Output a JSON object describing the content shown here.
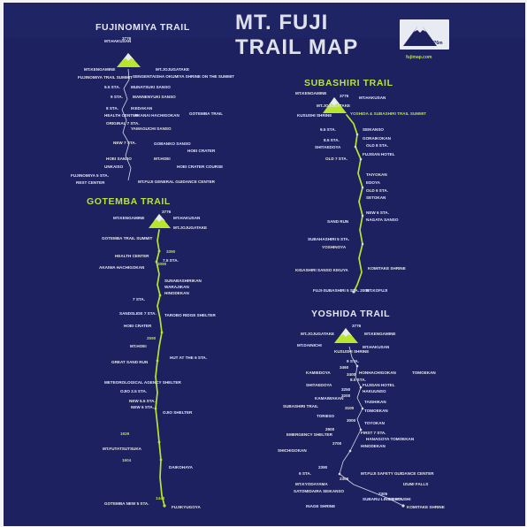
{
  "title": {
    "line1": "MT. FUJI",
    "line2": "TRAIL MAP"
  },
  "logo": {
    "website": "fujimap.com",
    "elevation": "3776m"
  },
  "colors": {
    "background": "#1d2160",
    "trail": "#b8e62e",
    "text": "#e4e6ee"
  },
  "trails": [
    {
      "id": "fujinomiya",
      "name": "FUJINOMIYA TRAIL",
      "summit": "3776",
      "labels": [
        "MT.HAKUSAN",
        "MT.KENGAMINE",
        "MT.JOJUGATAKE",
        "FUJINOMIYA TRAIL SUMMIT",
        "SENGENTAISHA OKUMIYA SHRINE ON THE SUMMIT",
        "9.5 STA.",
        "MUNATSUKI SANSO",
        "9 STA.",
        "MANNENYUKI SANSO",
        "8 STA.",
        "IKEDAKAN",
        "HEALTH CENTER",
        "AKANAI HACHIGOKAN",
        "GOTEMBA TRAIL",
        "ORIGINAL 7 STA.",
        "YAMAGUCHI SANSO",
        "NEW 7 STA.",
        "GOBANKO SANSO",
        "HOEI CRATER",
        "HOEI SANSO",
        "MT.HOEI",
        "UNKAISO",
        "HOEI CRATER COURSE",
        "FUJINOMIYA 5 STA.",
        "REST CENTER",
        "MT.FUJI GENERAL GUIDANCE CENTER"
      ]
    },
    {
      "id": "gotemba",
      "name": "GOTEMBA TRAIL",
      "summit": "3776",
      "labels": [
        "MT.KENGAMINE",
        "MT.HAKUSAN",
        "MT.JOJUGATAKE",
        "GOTEMBA TRAIL SUMMIT",
        "HEALTH CENTER",
        "AKAIWA HACHIGOKAN",
        "7.5 STA.",
        "SUNABASHIRIKAN",
        "WARAJIKAN",
        "HINODEKAN",
        "7 STA.",
        "SANDSLIDE 7 STA.",
        "TAROBO RIDGE SHELTER",
        "HOEI CRATER",
        "MT.HOEI",
        "HUT AT THE 6 STA.",
        "GREAT SAND RUN",
        "METEOROLOGICAL AGENCY SHELTER",
        "OJIO 2.5 STA.",
        "NEW 5.5 STA.",
        "NEW 6 STA.",
        "OJIO SHELTER",
        "MT.FUTATSUTSUKA",
        "DAIKOHAYA",
        "GOTEMBA NEW 5 STA.",
        "FUJIKYUGOYA"
      ],
      "elevations": [
        "3390",
        "3090",
        "2590",
        "1929",
        "1604",
        "1440"
      ]
    },
    {
      "id": "subashiri",
      "name": "SUBASHIRI TRAIL",
      "summit": "3776",
      "labels": [
        "MT.KENGAMINE",
        "MT.HAKUSAN",
        "MT.JOJUGATAKE",
        "KUSUSHI SHRINE",
        "YOSHIDA & SUBASHIRI TRAIL SUMMIT",
        "9.5 STA.",
        "SEIKANSO",
        "8.5 STA.",
        "GORAIKOKAN",
        "OLD 8 STA.",
        "SHITAEDOYA",
        "FUJISAN HOTEL",
        "OLD 7 STA.",
        "TAIYOKAN",
        "EDOYA",
        "OLD 6 STA.",
        "SETOKAN",
        "NEW 6 STA.",
        "NAGATA SANSO",
        "SAND RUN",
        "SUBAHASHIRI 5 STA.",
        "YOSHINOYA",
        "KIGASHIRI SANSO KIKUYA",
        "KOMITAKE SHRINE",
        "FUJI-SUBASHIRI 5 STA. 2000",
        "MT.KOFUJI"
      ]
    },
    {
      "id": "yoshida",
      "name": "YOSHIDA TRAIL",
      "summit": "3776",
      "labels": [
        "MT.JOJUGATAKE",
        "MT.KENGAMINE",
        "MT.DAINICHI",
        "KUSUSHI SHRINE",
        "MT.HAKUSAN",
        "9 STA.",
        "KAMIEDOYA",
        "HONHACHIGOKAN",
        "TOMOEKAN",
        "8.5 STA.",
        "SHITAEDOYA",
        "FUJISAN HOTEL",
        "HAKUUNSO",
        "SUBASHIRI TRAIL",
        "KAMAIWAKAN",
        "TAISHIKAN",
        "TOMOEKAN",
        "TORIIISO",
        "TOYOKAN",
        "EMERGENCY SHELTER",
        "FIRST 7 STA.",
        "HANAGOYA TOMOEKAN",
        "HINODEKAN",
        "SHICHIGOKAN",
        "6 STA.",
        "MT.FUJI SAFETY GUIDANCE CENTER",
        "SATOMIDAIRA SEIKANSO",
        "MT.KYODAYAMA",
        "IZUMI FALLS",
        "SUBARU LINE 5 STA.",
        "OSHOUSHI",
        "INAGE SHRINE",
        "KOMITAKE SHRINE"
      ],
      "elevations": [
        "3460",
        "3400",
        "3250",
        "3200",
        "3100",
        "3000",
        "2900",
        "2700",
        "2390",
        "2305",
        "2305"
      ]
    }
  ]
}
